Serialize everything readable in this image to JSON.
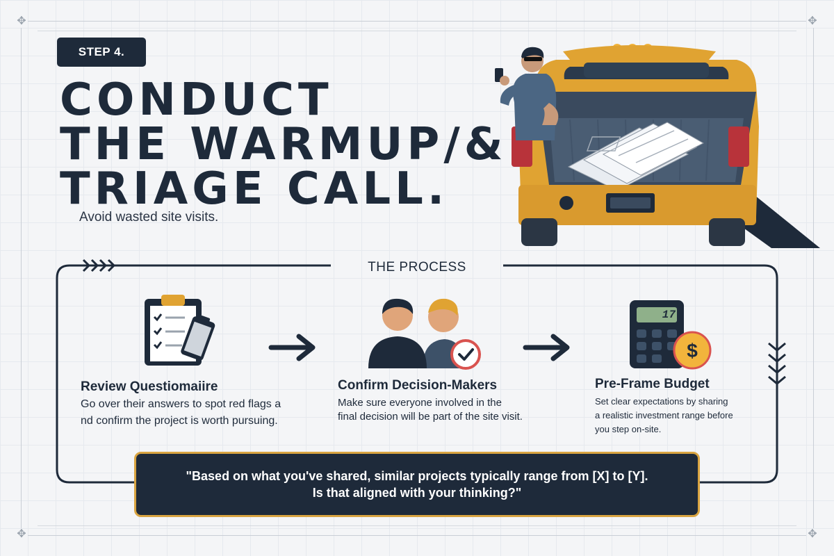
{
  "step": {
    "label": "STEP 4."
  },
  "headline": {
    "lines": [
      "CONDUCT",
      "THE WARMUP/&",
      "TRIAGE CALL."
    ]
  },
  "tagline": "Avoid wasted site visits.",
  "process": {
    "title": "THE PROCESS",
    "steps": [
      {
        "title": "Review Questiomaiire",
        "desc_lines": [
          "Go over their answers to spot red flags a",
          "nd confirm the project is worth pursuing."
        ],
        "icon": "clipboard-icon"
      },
      {
        "title": "Confirm Decision-Makers",
        "desc_lines": [
          "Make sure everyone involved in the",
          "final decision will be part of the site visit."
        ],
        "icon": "people-check-icon"
      },
      {
        "title": "Pre-Frame Budget",
        "desc_lines": [
          "Set clear expectations by sharing",
          "a realistic investment range before",
          "you step on-site."
        ],
        "icon": "calculator-dollar-icon"
      }
    ],
    "calculator_display": "17"
  },
  "quote": {
    "lines": [
      "\"Based on what you've shared, similar projects typically range from [X] to [Y].",
      "Is that aligned with your thinking?\""
    ]
  },
  "colors": {
    "navy": "#1e2a3a",
    "gold": "#d9a441",
    "truck": "#e0a332",
    "coin": "#f2b43c",
    "check_red": "#d9534f"
  }
}
